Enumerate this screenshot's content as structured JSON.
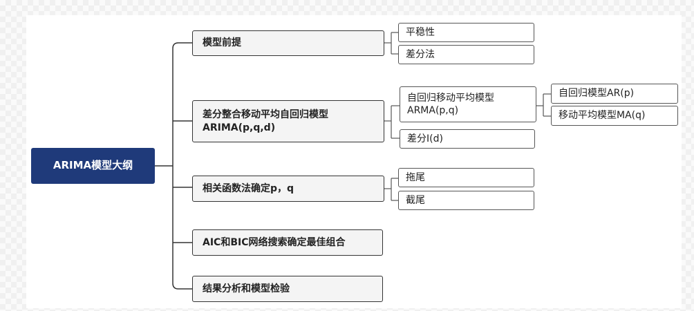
{
  "root": {
    "label": "ARIMA模型大纲"
  },
  "branches": [
    {
      "label": "模型前提",
      "children": [
        "平稳性",
        "差分法"
      ]
    },
    {
      "label": "差分整合移动平均自回归模型\nARIMA(p,q,d)",
      "children": [
        "自回归移动平均模型\nARMA(p,q)",
        "差分I(d)"
      ]
    },
    {
      "label": "相关函数法确定p，q",
      "children": [
        "拖尾",
        "截尾"
      ]
    },
    {
      "label": "AIC和BIC网络搜索确定最佳组合",
      "children": []
    },
    {
      "label": "结果分析和模型检验",
      "children": []
    }
  ],
  "arma_children": [
    "自回归模型AR(p)",
    "移动平均模型MA(q)"
  ]
}
